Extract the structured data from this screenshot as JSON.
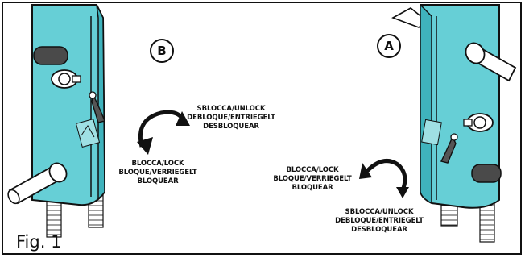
{
  "figure": {
    "caption": "Fig. 1"
  },
  "left_view": {
    "marker": "B",
    "unlock_label": [
      "SBLOCCA/UNLOCK",
      "DEBLOQUE/ENTRIEGELT",
      "DESBLOQUEAR"
    ],
    "lock_label": [
      "BLOCCA/LOCK",
      "BLOQUE/VERRIEGELT",
      "BLOQUEAR"
    ]
  },
  "right_view": {
    "marker": "A",
    "lock_label": [
      "BLOCCA/LOCK",
      "BLOQUE/VERRIEGELT",
      "BLOQUEAR"
    ],
    "unlock_label": [
      "SBLOCCA/UNLOCK",
      "DEBLOQUE/ENTRIEGELT",
      "DESBLOQUEAR"
    ]
  },
  "colors": {
    "housing": "#66cfd6",
    "housing_dark": "#3fb3bd",
    "line": "#111111"
  }
}
